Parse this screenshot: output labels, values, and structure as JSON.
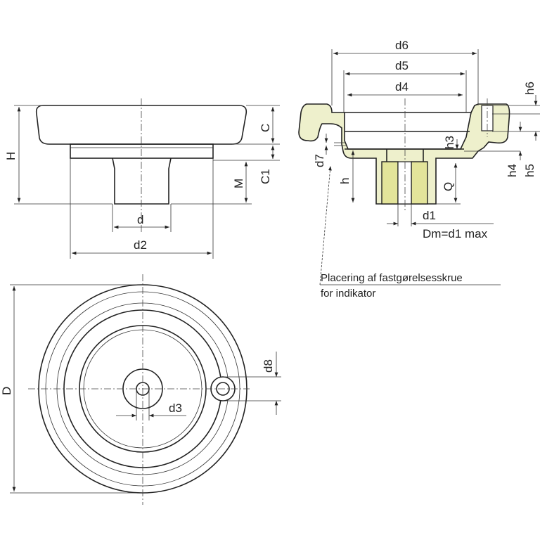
{
  "labels": {
    "H": "H",
    "C": "C",
    "C1": "C1",
    "M": "M",
    "d": "d",
    "d2": "d2",
    "d6": "d6",
    "d5": "d5",
    "d4": "d4",
    "h6": "h6",
    "h3": "h3",
    "d7": "d7",
    "h4": "h4",
    "h5": "h5",
    "h": "h",
    "Q": "Q",
    "d1": "d1",
    "Dm": "Dm=d1 max",
    "D": "D",
    "d8": "d8",
    "d3": "d3"
  },
  "note": {
    "line1": "Placering af fastgørelsesskrue",
    "line2": "for indikator"
  },
  "colors": {
    "body_fill": "#eef0cc",
    "insert_fill": "#e3e49a"
  }
}
